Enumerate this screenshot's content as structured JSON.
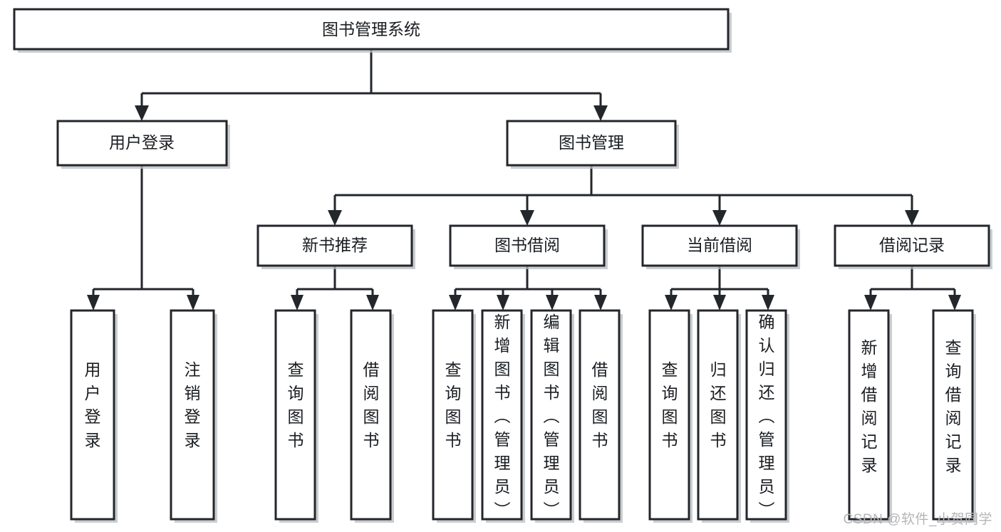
{
  "diagram": {
    "title": "图书管理系统",
    "type": "hierarchy-tree",
    "watermark": "CSDN @软件_小贺同学",
    "colors": {
      "stroke": "#23262b",
      "fill": "#ffffff",
      "shadow": "#b9bcc0",
      "text": "#1a1d21",
      "watermark": "#b5b5b5"
    },
    "root": {
      "id": "root",
      "label": "图书管理系统",
      "orientation": "horizontal"
    },
    "level1": [
      {
        "id": "user-login",
        "label": "用户登录",
        "orientation": "horizontal"
      },
      {
        "id": "book-management",
        "label": "图书管理",
        "orientation": "horizontal"
      }
    ],
    "level2": [
      {
        "id": "new-book-recommend",
        "label": "新书推荐",
        "parent": "book-management",
        "orientation": "horizontal"
      },
      {
        "id": "book-borrow",
        "label": "图书借阅",
        "parent": "book-management",
        "orientation": "horizontal"
      },
      {
        "id": "current-borrow",
        "label": "当前借阅",
        "parent": "book-management",
        "orientation": "horizontal"
      },
      {
        "id": "borrow-record",
        "label": "借阅记录",
        "parent": "book-management",
        "orientation": "horizontal"
      }
    ],
    "leaves": [
      {
        "id": "leaf-user-login",
        "parent": "user-login",
        "label": "用户登录",
        "orientation": "vertical"
      },
      {
        "id": "leaf-user-logout",
        "parent": "user-login",
        "label": "注销登录",
        "orientation": "vertical"
      },
      {
        "id": "leaf-query-book-1",
        "parent": "new-book-recommend",
        "label": "查询图书",
        "orientation": "vertical"
      },
      {
        "id": "leaf-borrow-book-1",
        "parent": "new-book-recommend",
        "label": "借阅图书",
        "orientation": "vertical"
      },
      {
        "id": "leaf-query-book-2",
        "parent": "book-borrow",
        "label": "查询图书",
        "orientation": "vertical"
      },
      {
        "id": "leaf-add-book",
        "parent": "book-borrow",
        "label": "新增图书（管理员）",
        "orientation": "vertical"
      },
      {
        "id": "leaf-edit-book",
        "parent": "book-borrow",
        "label": "编辑图书（管理员）",
        "orientation": "vertical"
      },
      {
        "id": "leaf-borrow-book-2",
        "parent": "book-borrow",
        "label": "借阅图书",
        "orientation": "vertical"
      },
      {
        "id": "leaf-query-book-3",
        "parent": "current-borrow",
        "label": "查询图书",
        "orientation": "vertical"
      },
      {
        "id": "leaf-return-book",
        "parent": "current-borrow",
        "label": "归还图书",
        "orientation": "vertical"
      },
      {
        "id": "leaf-confirm-return",
        "parent": "current-borrow",
        "label": "确认归还（管理员）",
        "orientation": "vertical"
      },
      {
        "id": "leaf-add-record",
        "parent": "borrow-record",
        "label": "新增借阅记录",
        "orientation": "vertical"
      },
      {
        "id": "leaf-query-record",
        "parent": "borrow-record",
        "label": "查询借阅记录",
        "orientation": "vertical"
      }
    ]
  }
}
